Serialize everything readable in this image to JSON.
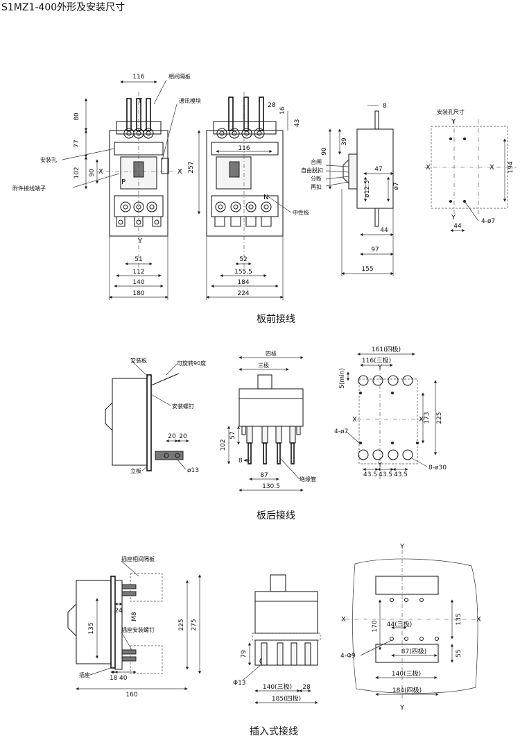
{
  "title": "S1MZ1-400外形及安装尺寸",
  "captions": {
    "front": "板前接线",
    "rear": "板后接线",
    "plugin": "插入式接线"
  },
  "front": {
    "labels": {
      "phase_barrier": "相间隔板",
      "comm_module": "通讯模块",
      "mount_hole": "安装孔",
      "aux_terminal": "附件接线端子",
      "neutral_pole": "中性极",
      "close": "合闸",
      "free_trip": "自由脱扣",
      "open": "分断",
      "trip": "再扣",
      "mount_hole_size": "安装孔尺寸",
      "p": "P",
      "n": "N",
      "x": "X",
      "y": "Y"
    },
    "dims": {
      "d116": "116",
      "d80": "80",
      "d77": "77",
      "d102": "102",
      "d90": "90",
      "d51": "51",
      "d112": "112",
      "d140": "140",
      "d180": "180",
      "d28": "28",
      "d16": "16",
      "d43": "43",
      "d257": "257",
      "d116b": "116",
      "d52": "52",
      "d155_5": "155.5",
      "d184": "184",
      "d224": "224",
      "d8": "8",
      "d39": "39",
      "d90b": "90",
      "d47": "47",
      "d12_5": "ø12.5",
      "d7": "ø7",
      "d44": "44",
      "d97": "97",
      "d155": "155",
      "d194": "194",
      "d44b": "44",
      "d4_7": "4-ø7"
    }
  },
  "rear": {
    "labels": {
      "mount_plate": "安装板",
      "rotate": "可旋转90度",
      "mount_screw": "安装螺钉",
      "panel": "立板",
      "four_pole": "四极",
      "three_pole": "三极",
      "insul_tube": "绝缘管",
      "four_pole_b": "161(四极)",
      "three_pole_b": "116(三极)",
      "x": "X",
      "y": "Y"
    },
    "dims": {
      "d20a": "20",
      "d20b": "20",
      "d13": "ø13",
      "d102": "102",
      "d57": "57",
      "d8": "8",
      "d87": "87",
      "d130_5": "130.5",
      "d5min": "5(min)",
      "d4_7": "4-ø7",
      "d173": "173",
      "d225": "225",
      "d43_5a": "43.5",
      "d43_5b": "43.5",
      "d43_5c": "43.5",
      "d8_30": "8-ø30"
    }
  },
  "plugin": {
    "labels": {
      "socket_barrier": "插座相间隔板",
      "socket_screw": "插座安装螺钉",
      "socket": "插座",
      "x": "X",
      "y": "Y"
    },
    "dims": {
      "d24": "24",
      "dm8": "M8",
      "d135": "135",
      "d225": "225",
      "d275": "275",
      "d18": "18",
      "d40": "40",
      "d160": "160",
      "d79": "79",
      "d13": "Φ13",
      "d140": "140(三极)",
      "d28": "28",
      "d185": "185(四极)",
      "d170": "170",
      "d44": "44(三极)",
      "d4_9": "4-Φ9",
      "d87": "87(四极)",
      "d135b": "135",
      "d55": "55",
      "d140b": "140(三极)",
      "d184": "184(四极)"
    }
  }
}
